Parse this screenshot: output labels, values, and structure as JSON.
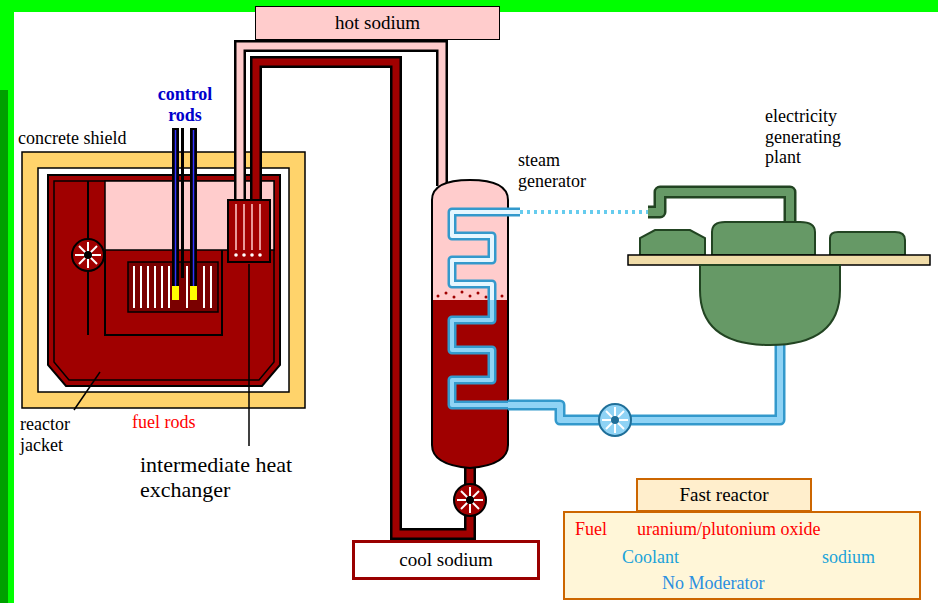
{
  "diagram": {
    "nodes": [
      {
        "text": [
          "hot sodium"
        ]
      },
      {
        "text": [
          "cool sodium"
        ]
      },
      {
        "text": [
          "Fast reactor"
        ]
      },
      {
        "text": [
          "Fuel",
          "uranium/plutonium oxide",
          "Coolant",
          "sodium",
          "No Moderator"
        ]
      }
    ],
    "labels": [
      "control rods",
      "concrete shield",
      "steam generator",
      "electricity generating plant",
      "reactor jacket",
      "fuel rods",
      "intermediate heat exchanger"
    ]
  }
}
